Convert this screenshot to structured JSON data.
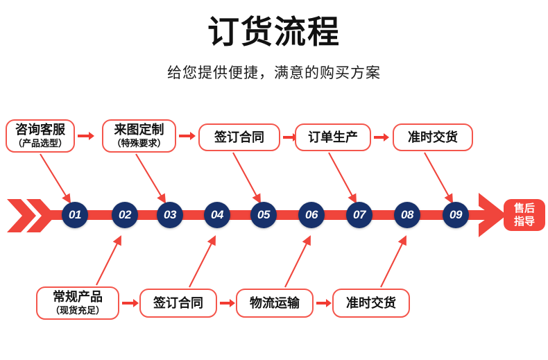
{
  "header": {
    "title": "订货流程",
    "subtitle": "给您提供便捷，满意的购买方案"
  },
  "colors": {
    "red": "#f0453c",
    "box_border": "#f4564c",
    "navy": "#17316b",
    "text": "#111111",
    "white": "#ffffff"
  },
  "top_row": {
    "boxes": [
      {
        "line1": "咨询客服",
        "line2": "（产品选型）"
      },
      {
        "line1": "来图定制",
        "line2": "（特殊要求）"
      },
      {
        "line1": "签订合同",
        "line2": ""
      },
      {
        "line1": "订单生产",
        "line2": ""
      },
      {
        "line1": "准时交货",
        "line2": ""
      }
    ]
  },
  "bottom_row": {
    "boxes": [
      {
        "line1": "常规产品",
        "line2": "（现货充足）"
      },
      {
        "line1": "签订合同",
        "line2": ""
      },
      {
        "line1": "物流运输",
        "line2": ""
      },
      {
        "line1": "准时交货",
        "line2": ""
      }
    ]
  },
  "timeline": {
    "steps": [
      "01",
      "02",
      "03",
      "04",
      "05",
      "06",
      "07",
      "08",
      "09"
    ],
    "end_badge": {
      "line1": "售后",
      "line2": "指导"
    }
  }
}
